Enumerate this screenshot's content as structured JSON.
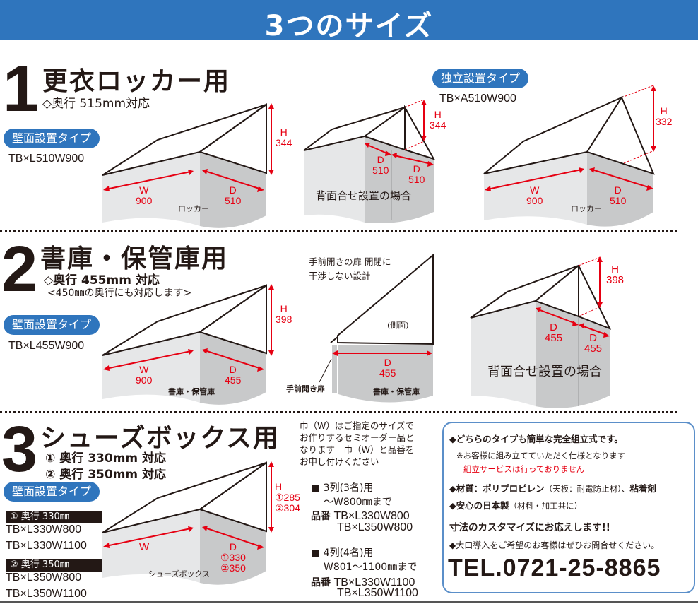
{
  "banner": {
    "title": "3つのサイズ"
  },
  "section1": {
    "number": "1",
    "title": "更衣ロッカー用",
    "depth_note": "◇奥行 515mm対応",
    "wall_type": {
      "pill_label": "壁面設置タイプ",
      "model": "TB×L510W900",
      "dims": {
        "h_label": "H",
        "h_value": "344",
        "w_label": "W",
        "w_value": "900",
        "d_label": "D",
        "d_value": "510"
      },
      "cabinet_label": "ロッカー"
    },
    "back_to_back": {
      "dims": {
        "h_label": "H",
        "h_value": "344",
        "d1_label": "D",
        "d1_value": "510",
        "d2_label": "D",
        "d2_value": "510"
      },
      "caption": "背面合せ設置の場合"
    },
    "standalone_type": {
      "pill_label": "独立設置タイプ",
      "model": "TB×A510W900",
      "dims": {
        "h_label": "H",
        "h_value": "332",
        "w_label": "W",
        "w_value": "900",
        "d_label": "D",
        "d_value": "510"
      },
      "cabinet_label": "ロッカー"
    }
  },
  "section2": {
    "number": "2",
    "title": "書庫・保管庫用",
    "depth_note": "◇奥行 455mm 対応",
    "depth_note2": "<450㎜の奥行にも対応します>",
    "wall_type": {
      "pill_label": "壁面設置タイプ",
      "model": "TB×L455W900",
      "dims": {
        "h_label": "H",
        "h_value": "398",
        "w_label": "W",
        "w_value": "900",
        "d_label": "D",
        "d_value": "455"
      },
      "cabinet_label": "書庫・保管庫"
    },
    "side_view": {
      "note_line1": "手前開きの扉 開閉に",
      "note_line2": "干渉しない設計",
      "side_label": "(側面)",
      "d_label": "D",
      "d_value": "455",
      "door_label": "手前開き扉",
      "cabinet_label": "書庫・保管庫"
    },
    "back_to_back": {
      "dims": {
        "h_label": "H",
        "h_value": "398",
        "d1_label": "D",
        "d1_value": "455",
        "d2_label": "D",
        "d2_value": "455"
      },
      "caption": "背面合せ設置の場合"
    }
  },
  "section3": {
    "number": "3",
    "title": "シューズボックス用",
    "depth_note1": "① 奥行 330mm 対応",
    "depth_note2": "② 奥行 350mm 対応",
    "pill_label": "壁面設置タイプ",
    "groups": [
      {
        "badge": "① 奥行 330㎜",
        "models": [
          "TB×L330W800",
          "TB×L330W1100"
        ]
      },
      {
        "badge": "② 奥行 350㎜",
        "models": [
          "TB×L350W800",
          "TB×L350W1100"
        ]
      }
    ],
    "dims": {
      "h_label": "H",
      "h_value1": "①285",
      "h_value2": "②304",
      "w_label": "W",
      "d_label": "D",
      "d_value1": "①330",
      "d_value2": "②350"
    },
    "cabinet_label": "シューズボックス",
    "order_note": [
      "巾（W）はご指定のサイズで",
      "お作りするセミオーダー品と",
      "なります　巾（W）と品番を",
      "お申し付けください"
    ],
    "options": [
      {
        "heading": "■ 3列(3名)用",
        "range": "～W800㎜まで",
        "part_label": "品番",
        "parts": [
          "TB×L330W800",
          "TB×L350W800"
        ]
      },
      {
        "heading": "■ 4列(4名)用",
        "range": "W801～1100㎜まで",
        "part_label": "品番",
        "parts": [
          "TB×L330W1100",
          "TB×L350W1100"
        ]
      }
    ]
  },
  "info_box": {
    "line1": "◆どちらのタイプも簡単な完全組立式です。",
    "line2": "※お客様に組み立てていただく仕様となります",
    "line3": "組立サービスは行っておりません",
    "line4_bold": "◆材質：ポリプロピレン",
    "line4_rest": "（天板：耐電防止材）、",
    "line4_end": "粘着剤",
    "line5_bold": "◆安心の日本製",
    "line5_rest": "（材料・加工共に）",
    "line6": "寸法のカスタマイズにお応えします!!",
    "line7": "◆大口導入をご希望のお客様はぜひお問合せください。",
    "tel": "TEL.0721-25-8865"
  },
  "colors": {
    "brand_blue": "#2f75bd",
    "dimension_red": "#e60012",
    "cabinet_light": "#e6e7e8",
    "cabinet_dark": "#c8c9ca",
    "text": "#231815"
  }
}
